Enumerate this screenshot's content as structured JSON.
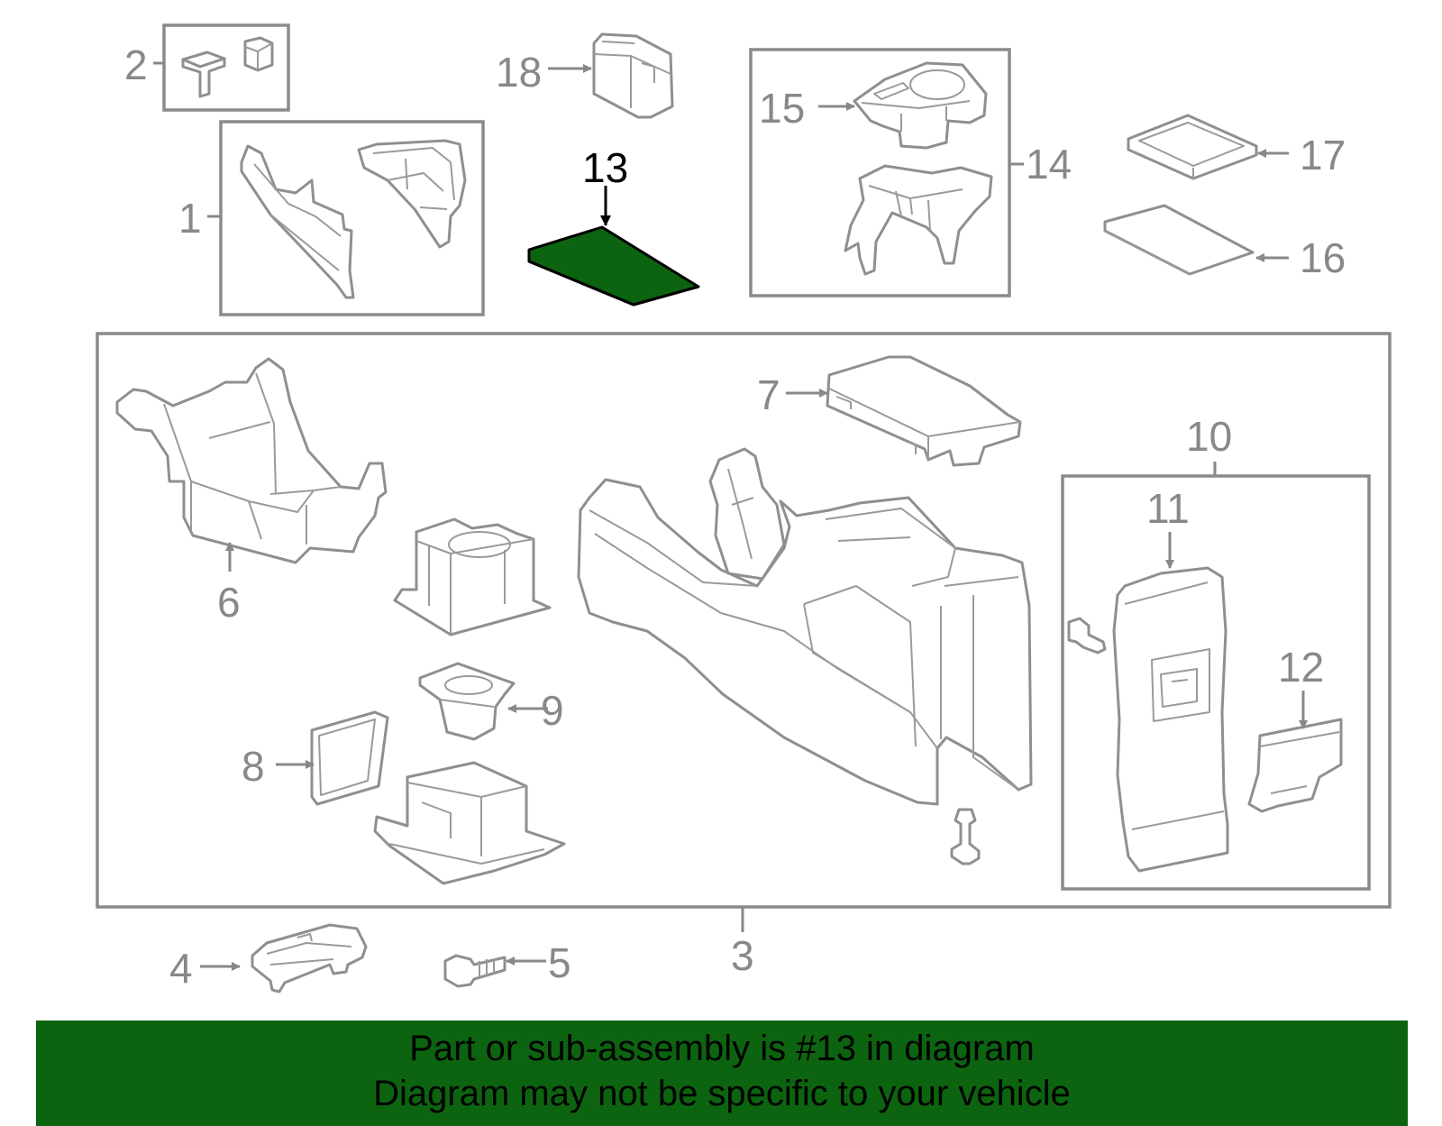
{
  "diagram": {
    "highlight_color": "#0d6410",
    "line_color": "#8a8a8a",
    "labels": {
      "p1": "1",
      "p2": "2",
      "p3": "3",
      "p4": "4",
      "p5": "5",
      "p6": "6",
      "p7": "7",
      "p8": "8",
      "p9": "9",
      "p10": "10",
      "p11": "11",
      "p12": "12",
      "p13": "13",
      "p14": "14",
      "p15": "15",
      "p16": "16",
      "p17": "17",
      "p18": "18"
    },
    "highlighted_part": "13"
  },
  "banner": {
    "background": "#0d6410",
    "line1": "Part or sub-assembly is #13 in diagram",
    "line2": "Diagram may not be specific to your vehicle"
  }
}
